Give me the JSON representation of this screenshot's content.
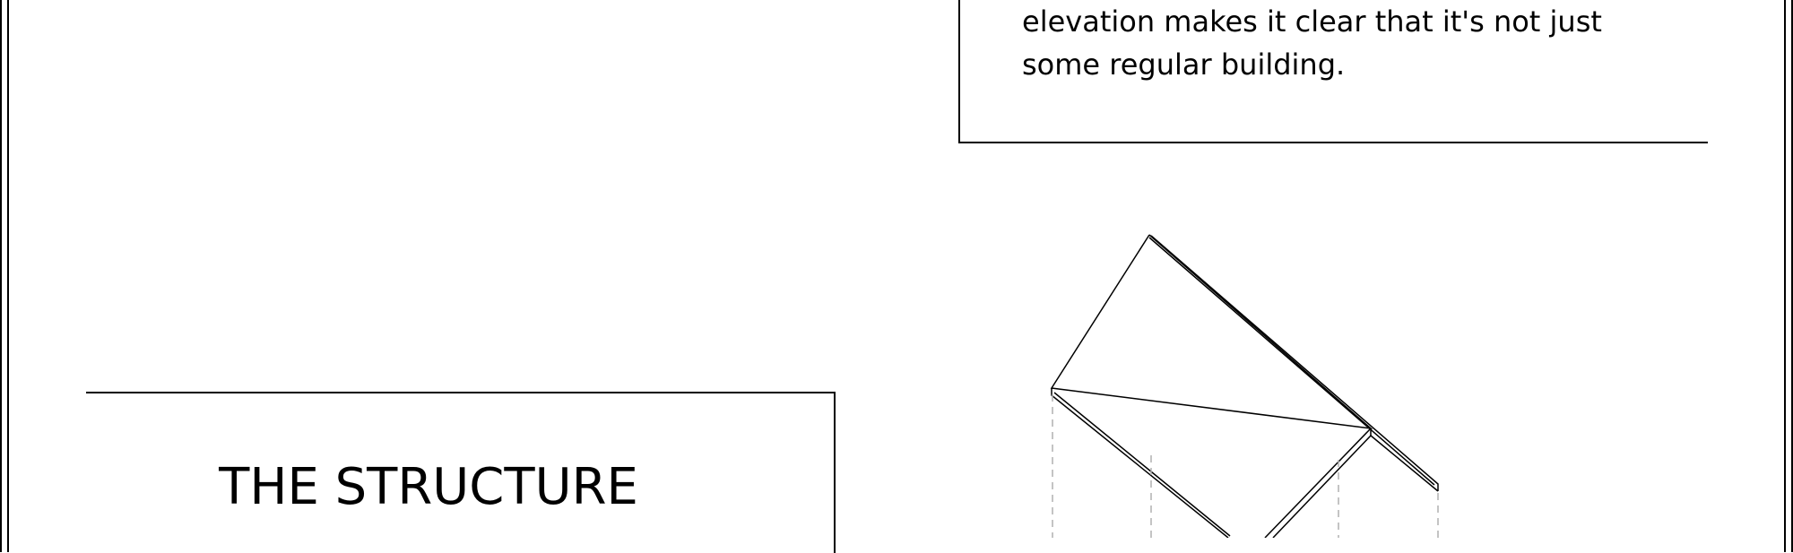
{
  "description_panel": {
    "lines": [
      "elevation makes it clear that it's not just",
      "some regular building."
    ]
  },
  "structure_panel": {
    "title": "THE STRUCTURE"
  },
  "drawing": {
    "line_color": "#000000",
    "hidden_line_color": "#b0b0b0"
  }
}
